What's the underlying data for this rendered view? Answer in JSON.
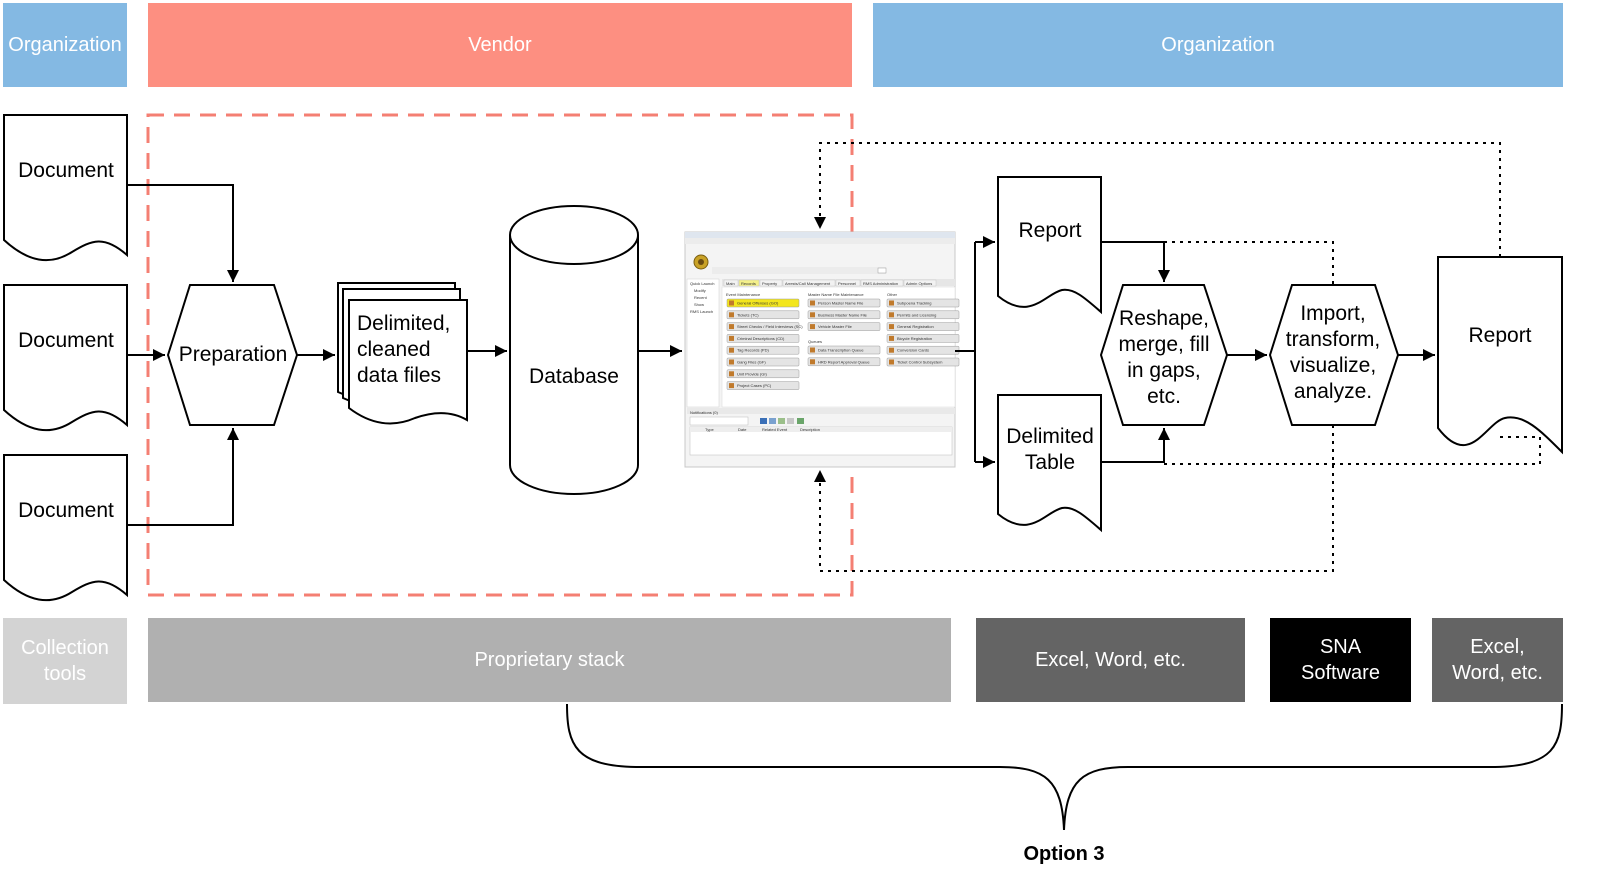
{
  "top_bands": [
    {
      "label": "Organization",
      "color": "#84b9e3"
    },
    {
      "label": "Vendor",
      "color": "#fd8f81"
    },
    {
      "label": "Organization",
      "color": "#84b9e3"
    }
  ],
  "bottom_bands": [
    {
      "lines": [
        "Collection",
        "tools"
      ],
      "color": "#d3d3d3"
    },
    {
      "lines": [
        "Proprietary stack"
      ],
      "color": "#b0b0b0"
    },
    {
      "lines": [
        "Excel, Word, etc."
      ],
      "color": "#646464"
    },
    {
      "lines": [
        "SNA",
        "Software"
      ],
      "color": "#000000"
    },
    {
      "lines": [
        "Excel,",
        "Word, etc."
      ],
      "color": "#646464"
    }
  ],
  "nodes": {
    "document": "Document",
    "preparation": "Preparation",
    "delimited_files": [
      "Delimited,",
      "cleaned",
      "data files"
    ],
    "database": "Database",
    "report_top": "Report",
    "delimited_table": [
      "Delimited",
      "Table"
    ],
    "reshape": [
      "Reshape,",
      "merge, fill",
      "in gaps,",
      "etc."
    ],
    "import": [
      "Import,",
      "transform,",
      "visualize,",
      "analyze."
    ],
    "report_final": "Report"
  },
  "brace_label": "Option 3",
  "screenshot": {
    "tabs": [
      "Main",
      "Records",
      "Property",
      "Arrests/Call Management",
      "Personnel",
      "RMS Administration",
      "Admin Options"
    ],
    "col1_header": "Event Maintenance",
    "col1_items": [
      "General Offenses (GO)",
      "Tickets (TC)",
      "Street Checks / Field Interviews (SC)",
      "Criminal Descriptions (CD)",
      "Tag Records (PD)",
      "Gang Files (GF)",
      "Unit Provide (GI)",
      "Project Cases (PC)"
    ],
    "col2_header": "Master Name File Maintenance",
    "col2_items": [
      "Person Master Name File",
      "Business Master Name File",
      "Vehicle Master File"
    ],
    "col2_queue_header": "Queues",
    "col2_queue_items": [
      "Data Transcription Queue",
      "HRD Report Approval Queue"
    ],
    "col3_header": "Other",
    "col3_items": [
      "Subpoena Tracking",
      "Permits and Licensing",
      "General Registration",
      "Bicycle Registration",
      "Conversion Cards",
      "Ticket Control Subsystem"
    ],
    "sidebar": [
      "Quick Launch",
      "Modify",
      "Recent",
      "Show",
      "RMS Launch"
    ],
    "notifications": "Notifications (0)",
    "grid_cols": [
      "Type",
      "Date",
      "Related Event",
      "Description"
    ]
  }
}
